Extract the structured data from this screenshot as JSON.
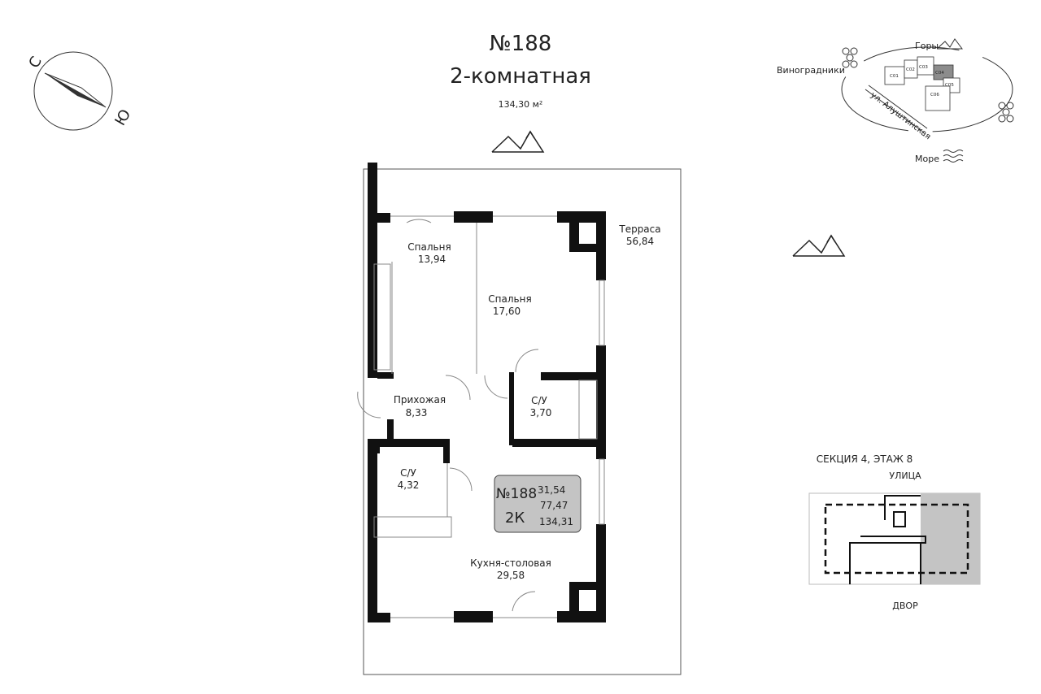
{
  "header": {
    "number": "№188",
    "type": "2-комнатная",
    "area": "134,30 м²"
  },
  "compass": {
    "north": "С",
    "south": "Ю"
  },
  "location_map": {
    "mountains": "Горы",
    "vineyards": "Виноградники",
    "street": "ул. Алуштинская",
    "sea": "Море",
    "sections": [
      "С01",
      "С02",
      "С03",
      "С04",
      "С05",
      "С06"
    ],
    "highlight_color": "#8c8c8c"
  },
  "rooms": [
    {
      "name": "Спальня",
      "area": "13,94"
    },
    {
      "name": "Спальня",
      "area": "17,60"
    },
    {
      "name": "Терраса",
      "area": "56,84"
    },
    {
      "name": "Прихожая",
      "area": "8,33"
    },
    {
      "name": "С/У",
      "area": "3,70"
    },
    {
      "name": "С/У",
      "area": "4,32"
    },
    {
      "name": "Кухня-столовая",
      "area": "29,58"
    }
  ],
  "badge": {
    "number": "№188",
    "type": "2К",
    "living": "31,54",
    "total": "77,47",
    "with_terrace": "134,31",
    "color": "#c4c4c4"
  },
  "section_plan": {
    "title": "СЕКЦИЯ 4, ЭТАЖ 8",
    "top_label": "УЛИЦА",
    "bottom_label": "ДВОР"
  }
}
